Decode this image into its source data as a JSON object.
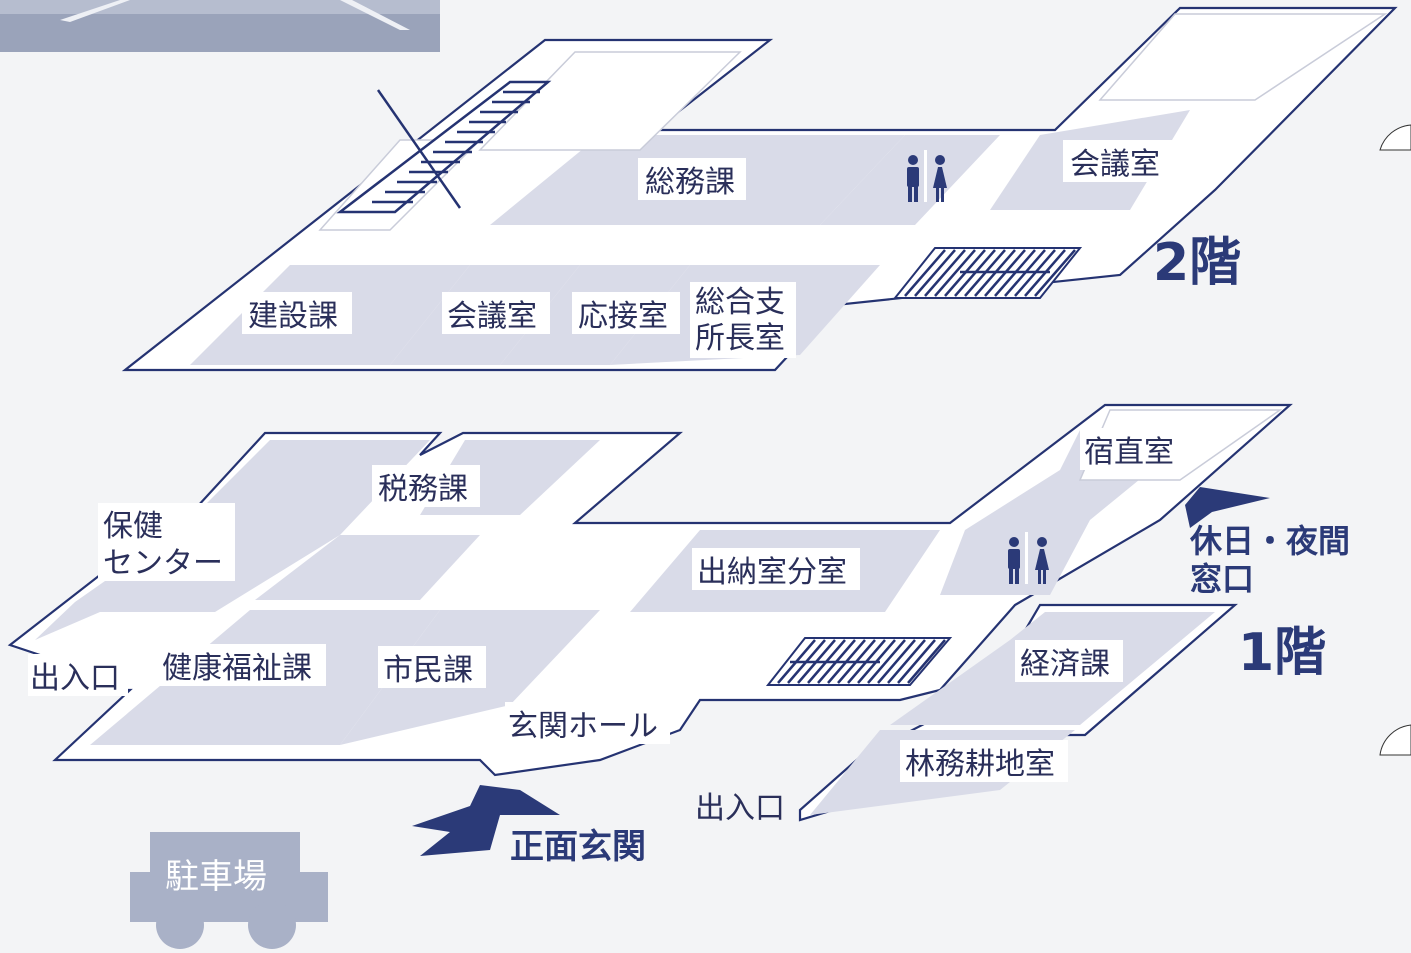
{
  "floors": {
    "second": {
      "label": "2階",
      "rooms": {
        "general_affairs": "総務課",
        "meeting_room_right": "会議室",
        "construction": "建設課",
        "meeting_room": "会議室",
        "reception": "応接室",
        "branch_manager_line1": "総合支",
        "branch_manager_line2": "所長室"
      }
    },
    "first": {
      "label": "1階",
      "rooms": {
        "tax": "税務課",
        "health_center_line1": "保健",
        "health_center_line2": "センター",
        "cashier_branch": "出納室分室",
        "night_duty": "宿直室",
        "health_welfare": "健康福祉課",
        "citizens": "市民課",
        "entrance_hall": "玄関ホール",
        "economy": "経済課",
        "forestry_farmland": "林務耕地室"
      },
      "entrances": {
        "left": "出入口",
        "right": "出入口"
      }
    }
  },
  "holiday_window": {
    "line1": "休日・夜間",
    "line2": "窓口"
  },
  "main_entrance": "正面玄関",
  "parking": "駐車場",
  "colors": {
    "navy": "#2b3a78",
    "room_fill": "#d9dbe8",
    "parking_gray": "#a9b1c7"
  },
  "icons": [
    "restroom-icon",
    "restroom-icon",
    "stairs-icon",
    "arrow-icon",
    "car-icon"
  ]
}
